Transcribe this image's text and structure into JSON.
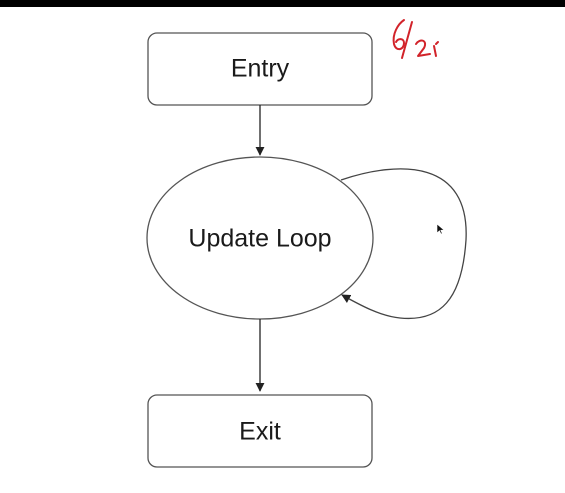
{
  "diagram": {
    "nodes": {
      "entry": {
        "label": "Entry",
        "shape": "rounded-rectangle"
      },
      "update_loop": {
        "label": "Update Loop",
        "shape": "ellipse"
      },
      "exit": {
        "label": "Exit",
        "shape": "rounded-rectangle"
      }
    },
    "edges": [
      {
        "from": "Entry",
        "to": "Update Loop"
      },
      {
        "from": "Update Loop",
        "to": "Update Loop",
        "kind": "self-loop"
      },
      {
        "from": "Update Loop",
        "to": "Exit"
      }
    ]
  },
  "annotation": {
    "kind": "handwritten-mark",
    "text": "6/21",
    "color": "#d2232a"
  },
  "colors": {
    "stroke": "#333333",
    "node_fill": "#ffffff",
    "top_bar": "#000000"
  },
  "cursor": {
    "icon": "mouse-pointer-icon"
  }
}
